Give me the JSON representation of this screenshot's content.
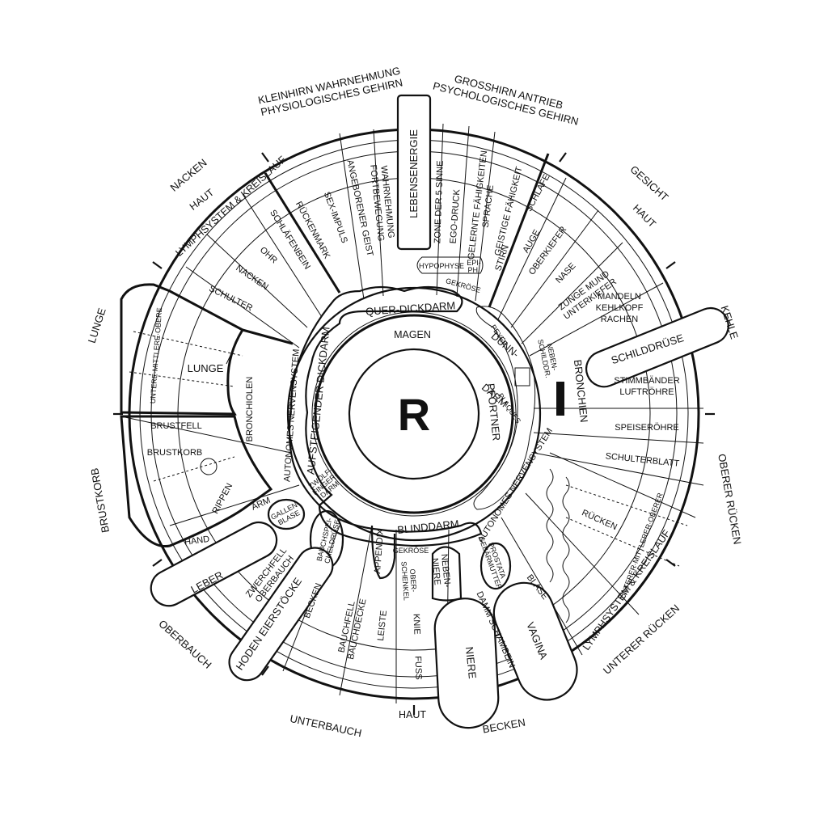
{
  "center_letter": "R",
  "outer": {
    "kleinhirn": [
      "KLEINHIRN WAHRNEHMUNG",
      "PHYSIOLOGISCHES GEHIRN"
    ],
    "grosshirn": [
      "GROSSHIRN ANTRIEB",
      "PSYCHOLOGISCHES GEHIRN"
    ],
    "nacken": "NACKEN",
    "gesicht": "GESICHT",
    "lunge": "LUNGE",
    "kehle": "KEHLE",
    "brustkorb": "BRUSTKORB",
    "oberer_ruecken": "OBERER RÜCKEN",
    "oberbauch": "OBERBAUCH",
    "unterer_ruecken": "UNTERER RÜCKEN",
    "unterbauch": "UNTERBAUCH",
    "becken": "BECKEN"
  },
  "band": {
    "haut_left": "HAUT",
    "lymph_left": "LYMPHSYSTEM & KREISLAUF",
    "haut_right": "HAUT",
    "lymph_right": "LYMPHSYSTEM & KREISLAUF",
    "haut_bottom": "HAUT"
  },
  "sectors": {
    "lebensenergie": "LEBENSENERGIE",
    "zone": "ZONE DER 5 SINNE",
    "ego": "EGO-DRUCK",
    "gelernte": [
      "GELERNTE FÄHIGKEITEN",
      "SPRACHE"
    ],
    "geistige": "GEISTIGE FÄHIGKEIT",
    "stirn": "STIRN",
    "schlaefe": "SCHLÄFE",
    "auge": "AUGE",
    "oberkiefer": "OBERKIEFER",
    "nase": "NASE",
    "zunge": [
      "ZUNGE MUND",
      "UNTERKIEFER"
    ],
    "mandeln": [
      "MANDELN",
      "KEHLKOPF",
      "RACHEN"
    ],
    "schilddruese": "SCHILDDRÜSE",
    "nebenschilddr": [
      "NEBEN-",
      "SCHILDDR."
    ],
    "bronchien": "BRONCHIEN",
    "stimmbaender": [
      "STIMMBÄNDER",
      "LUFTRÖHRE"
    ],
    "speiseroehre": "SPEISERÖHRE",
    "schulterblatt": "SCHULTERBLATT",
    "ruecken": "RÜCKEN",
    "unterer_mittlerer_oberer_r": "UNTERER·MITTLERER·OBERER",
    "blase": "BLASE",
    "damm": "DAMM SCHAMBEIN",
    "vagina": "VAGINA",
    "prostata": [
      "PROSTATA",
      "GEBÄRMUTTER"
    ],
    "niere": "NIERE",
    "nebenniere": [
      "NEBEN-",
      "NIERE"
    ],
    "oberschenkel": [
      "OBER-",
      "SCHENKEL"
    ],
    "knie": "KNIE",
    "fuss": "FUSS",
    "leiste": "LEISTE",
    "bauchfell": [
      "BAUCHFELL",
      "BAUCHDECKE"
    ],
    "becken_inner": "BECKEN",
    "appendix": "APPENDIX",
    "bauchspeichel": [
      "BAUCHSPEI-",
      "CHELDRÜSE"
    ],
    "eierstoecke": "HODEN EIERSTÖCKE",
    "zwerchfell": [
      "ZWERCHFELL",
      "OBERBAUCH"
    ],
    "gallenblase": [
      "GALLEN-",
      "BLASE"
    ],
    "leber": "LEBER",
    "hand": "HAND",
    "arm": "ARM",
    "rippen": "RIPPEN",
    "brustkorb_inner": "BRUSTKORB",
    "brustfell": "BRUSTFELL",
    "lunge_inner": "LUNGE",
    "untere_mittlere_obere_l": "UNTERE·MITTLERE·OBERE",
    "bronchiolen": "BRONCHIOLEN",
    "schulter": "SCHULTER",
    "nacken_inner": "NACKEN",
    "ohr": "OHR",
    "schlaefenbein": "SCHLÄFENBEIN",
    "rueckenmark": "RÜCKENMARK",
    "sex": "SEX-IMPULS",
    "angeboren": "ANGEBORENER GEIST",
    "wahrnehmung": [
      "WAHRNEHMUNG",
      "FORTBEWEGUNG"
    ],
    "hypophyse": "HYPOPHYSE",
    "epi": [
      "EPI-",
      "PH."
    ]
  },
  "inner": {
    "gekroese_top": "GEKRÖSE",
    "gekroese_bottom": "GEKRÖSE",
    "quer_dickdarm": "QUER-DICKDARM",
    "aufsteigender": "AUFSTEIGENDER DICKDARM",
    "autonomes_left": "AUTONOMES NERVENSYSTEM",
    "autonomes_right": "AUTONOMES NERVENSYSTEM",
    "magen": "MAGEN",
    "duenndarm": [
      "DÜNN-",
      "DARM"
    ],
    "peyer": [
      "PEYER-",
      "PLAQUES"
    ],
    "pfoertner": "PFÖRTNER",
    "blinddarm": "BLINDDARM",
    "zwoelf": [
      "ZWÖLF-",
      "FINGER-",
      "DARM"
    ]
  }
}
